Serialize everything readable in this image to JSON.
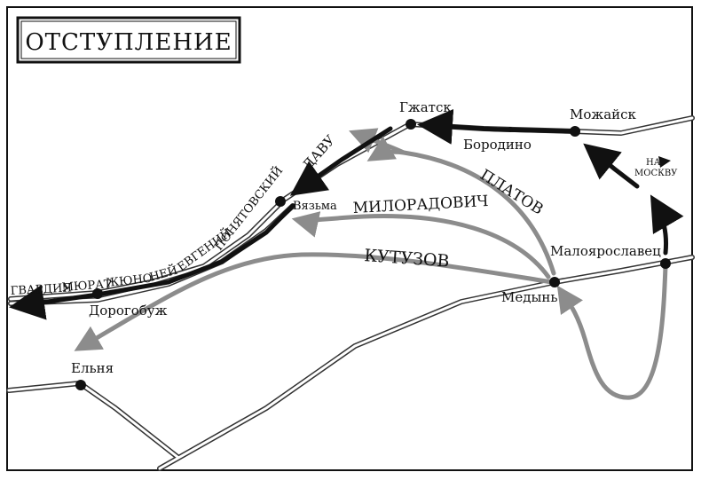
{
  "title": "ОТСТУПЛЕНИЕ",
  "cities": {
    "gzhatsk": "Гжатск",
    "borodino": "Бородино",
    "mozhaisk": "Можайск",
    "vyazma": "Вязьма",
    "dorogobuzh": "Дорогобуж",
    "maloyaroslavets": "Малоярославец",
    "medyn": "Медынь",
    "elnya": "Ельня"
  },
  "to_moscow": {
    "line1": "НА",
    "line2": "МОСКВУ"
  },
  "russian_commanders": {
    "platov": "ПЛАТОВ",
    "miloradovich": "МИЛОРАДОВИЧ",
    "kutuzov": "КУТУЗОВ"
  },
  "french_corps": {
    "davout": "ДАВУ",
    "poniatowski": "ПОНЯТОВСКИЙ",
    "eugene": "ЕВГЕНИЙ",
    "ney": "НЕЙ",
    "junot": "ЖЮНО",
    "murat": "МЮРАТ",
    "guard": "ГВАРДИЯ"
  },
  "colors": {
    "french_route": "#111111",
    "russian_route": "#8c8c8c",
    "road": "#ffffff",
    "road_edge": "#3a3a3a"
  },
  "icons": [
    "city-marker-icon",
    "arrowhead-icon"
  ]
}
